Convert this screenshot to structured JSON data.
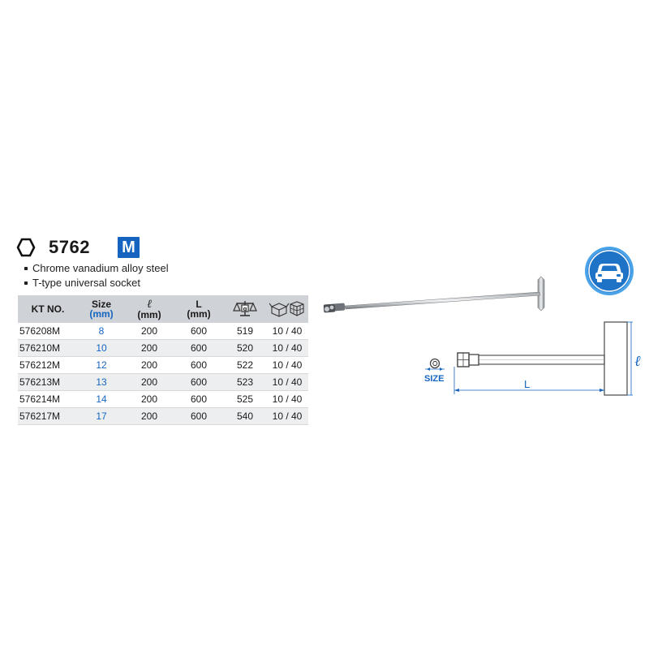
{
  "header": {
    "model_number": "5762",
    "metric_badge": "M",
    "features": [
      "Chrome vanadium alloy steel",
      "T-type universal socket"
    ]
  },
  "table": {
    "headers": {
      "kt_no": "KT NO.",
      "size_label": "Size",
      "size_unit": "(mm)",
      "short_l_symbol": "ℓ",
      "short_l_unit": "(mm)",
      "long_l_label": "L",
      "long_l_unit": "(mm)",
      "weight_icon": "scale-icon",
      "packing_icon": "box-icon"
    },
    "rows": [
      {
        "kt_no": "576208M",
        "size": "8",
        "short_l": "200",
        "long_l": "600",
        "weight": "519",
        "packing": "10 / 40"
      },
      {
        "kt_no": "576210M",
        "size": "10",
        "short_l": "200",
        "long_l": "600",
        "weight": "520",
        "packing": "10 / 40"
      },
      {
        "kt_no": "576212M",
        "size": "12",
        "short_l": "200",
        "long_l": "600",
        "weight": "522",
        "packing": "10 / 40"
      },
      {
        "kt_no": "576213M",
        "size": "13",
        "short_l": "200",
        "long_l": "600",
        "weight": "523",
        "packing": "10 / 40"
      },
      {
        "kt_no": "576214M",
        "size": "14",
        "short_l": "200",
        "long_l": "600",
        "weight": "525",
        "packing": "10 / 40"
      },
      {
        "kt_no": "576217M",
        "size": "17",
        "short_l": "200",
        "long_l": "600",
        "weight": "540",
        "packing": "10 / 40"
      }
    ]
  },
  "diagram": {
    "size_label": "SIZE",
    "length_label": "L",
    "height_label": "ℓ"
  },
  "colors": {
    "accent_blue": "#1565c0",
    "header_gray": "#cfd2d6",
    "row_shade": "#eceef0"
  }
}
